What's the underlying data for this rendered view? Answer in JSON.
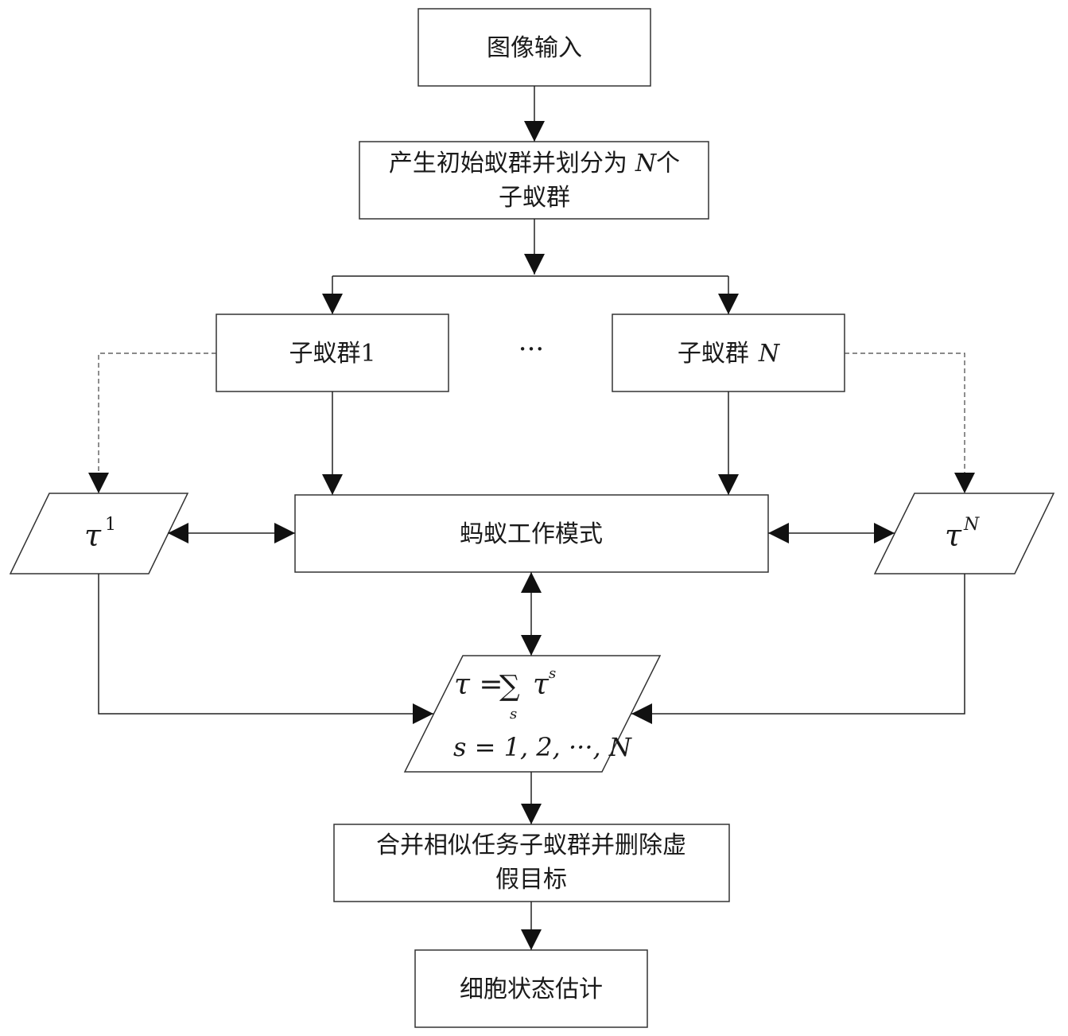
{
  "nodes": {
    "image_input": "图像输入",
    "init_colony_line1": "产生初始蚁群并划分为",
    "init_colony_n": "N",
    "init_colony_ge": "个",
    "init_colony_line2": "子蚁群",
    "subcolony1": "子蚁群1",
    "ellipsis": "···",
    "subcolonyN_label": "子蚁群",
    "subcolonyN_var": "N",
    "ant_work_mode": "蚂蚁工作模式",
    "tau": "τ",
    "tau1_sup": "1",
    "tauN_sup": "N",
    "sum_lhs": "τ = ",
    "sum_symbol": "∑",
    "sum_sub": "s",
    "sum_tau": "τ",
    "sum_sup": "s",
    "sum_range": "s = 1, 2, ···, N",
    "merge_line1": "合并相似任务子蚁群并删除虚",
    "merge_line2": "假目标",
    "cell_state": "细胞状态估计"
  }
}
